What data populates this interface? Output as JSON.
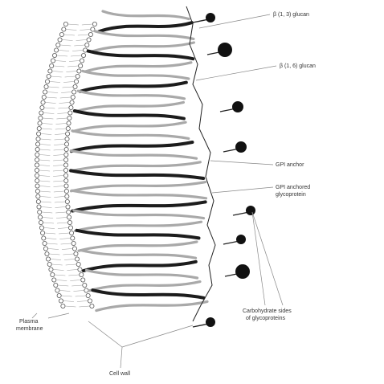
{
  "labels": {
    "beta13_glucan": "β (1, 3) glucan",
    "beta16_glucan": "β (1, 6) glucan",
    "gpi_anchor": "GPI anchor",
    "gpi_protein_line1": "GPI anchored",
    "gpi_protein_line2": "glycoprotein",
    "carb_line1": "Carbohydrate sides",
    "carb_line2": "of glycoproteins",
    "plasma_line1": "Plasma",
    "plasma_line2": "membrane",
    "cell_wall": "Cell wall"
  },
  "colors": {
    "dark_fiber": "#1c1c1c",
    "light_fiber": "#a9a9a9",
    "membrane": "#555555",
    "leader": "#888888"
  },
  "icons": {
    "glycoprotein": "lollipop-blob"
  }
}
